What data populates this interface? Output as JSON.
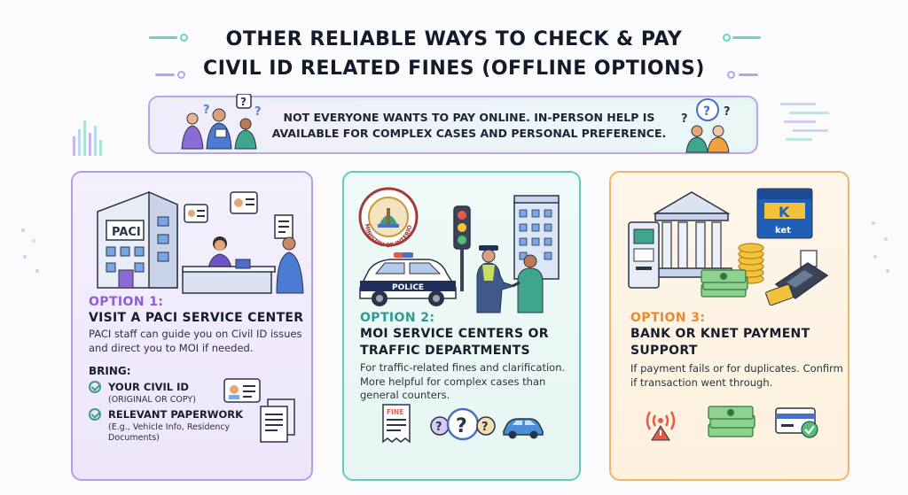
{
  "title": {
    "line1": "OTHER RELIABLE WAYS TO CHECK & PAY",
    "line2": "CIVIL ID RELATED FINES (OFFLINE OPTIONS)"
  },
  "intro": {
    "text": "NOT EVERYONE WANTS TO PAY ONLINE. IN-PERSON HELP IS AVAILABLE FOR COMPLEX CASES AND PERSONAL PREFERENCE."
  },
  "option1": {
    "number": "OPTION 1:",
    "title": "VISIT A PACI SERVICE CENTER",
    "description": "PACI staff can guide you on Civil ID issues and direct you to MOI if needed.",
    "building_sign": "PACI",
    "bring_label": "BRING:",
    "items": [
      {
        "title": "YOUR CIVIL ID",
        "sub": "(ORIGINAL OR COPY)"
      },
      {
        "title": "RELEVANT PAPERWORK",
        "sub": "(E.g., Vehicle Info, Residency Documents)"
      }
    ]
  },
  "option2": {
    "number": "OPTION 2:",
    "title": "MOI SERVICE CENTERS OR TRAFFIC DEPARTMENTS",
    "description": "For traffic-related fines and clarification. More helpful for complex cases than general counters.",
    "police_label": "POLICE",
    "fine_label": "FINE",
    "emblem_text": "MINISTRY OF INTERIOR"
  },
  "option3": {
    "number": "OPTION 3:",
    "title": "BANK OR KNET PAYMENT SUPPORT",
    "description": "If payment fails or for duplicates. Confirm if transaction went through.",
    "knet_label": "ket"
  },
  "colors": {
    "purple": "#8a5fd6",
    "teal": "#2f9c93",
    "orange": "#ea8a2a",
    "title_text": "#131a2a"
  }
}
